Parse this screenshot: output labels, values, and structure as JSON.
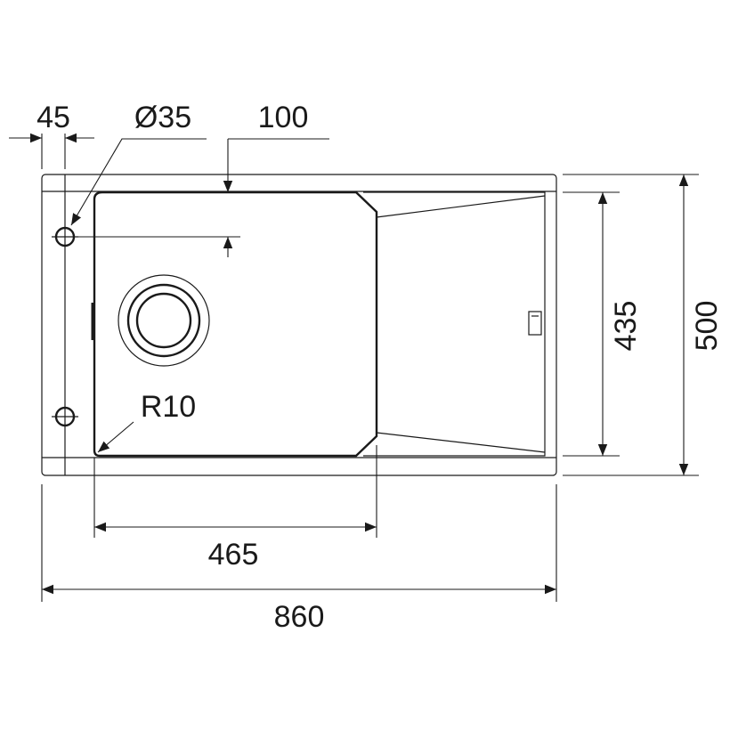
{
  "dimensions": {
    "tap_offset": "45",
    "tap_hole_diameter": "Ø35",
    "bowl_offset": "100",
    "bowl_width": "465",
    "overall_width": "860",
    "inner_depth": "435",
    "overall_depth": "500",
    "corner_radius": "R10"
  },
  "colors": {
    "line": "#1a1a1a",
    "background": "#ffffff"
  }
}
